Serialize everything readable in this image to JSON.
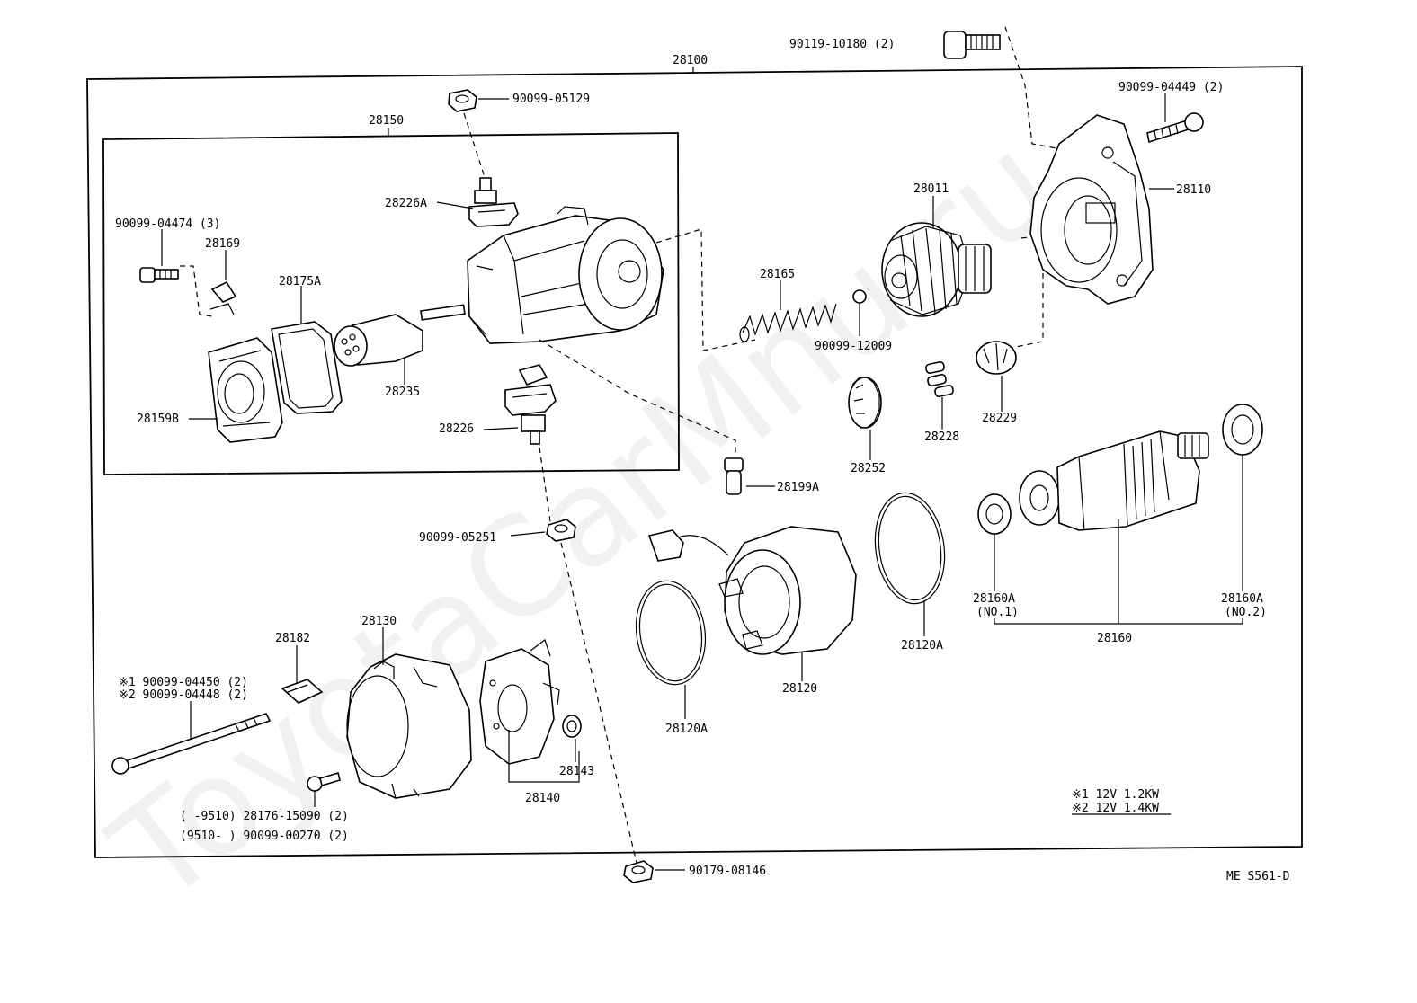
{
  "watermark": "ToyotaCarMnu.ru",
  "page_ref": "ME S561-D",
  "assembly": "28100",
  "subassembly": "28150",
  "labels": {
    "p90119": "90119-10180 (2)",
    "p90099_05129": "90099-05129",
    "p90099_04449": "90099-04449 (2)",
    "p28110": "28110",
    "p28011": "28011",
    "p28165": "28165",
    "p90099_12009": "90099-12009",
    "p28226A": "28226A",
    "p90099_04474": "90099-04474 (3)",
    "p28169": "28169",
    "p28175A": "28175A",
    "p28235": "28235",
    "p28159B": "28159B",
    "p28226": "28226",
    "p28252": "28252",
    "p28228": "28228",
    "p28229": "28229",
    "p28199A": "28199A",
    "p90099_05251": "90099-05251",
    "p28120A_right": "28120A",
    "p28160A_1": "28160A",
    "p28160A_1_sub": "(NO.1)",
    "p28160A_2": "28160A",
    "p28160A_2_sub": "(NO.2)",
    "p28160": "28160",
    "p28130": "28130",
    "p28182": "28182",
    "p_bolt1": "※1 90099-04450 (2)",
    "p_bolt2": "※2 90099-04448 (2)",
    "p28120": "28120",
    "p28120A_left": "28120A",
    "p28143": "28143",
    "p28140": "28140",
    "p_screw1": "(      -9510) 28176-15090 (2)",
    "p_screw2": "(9510-      ) 90099-00270 (2)",
    "p90179": "90179-08146"
  },
  "notes": {
    "line1": "※1 12V 1.2KW",
    "line2": "※2 12V 1.4KW"
  }
}
